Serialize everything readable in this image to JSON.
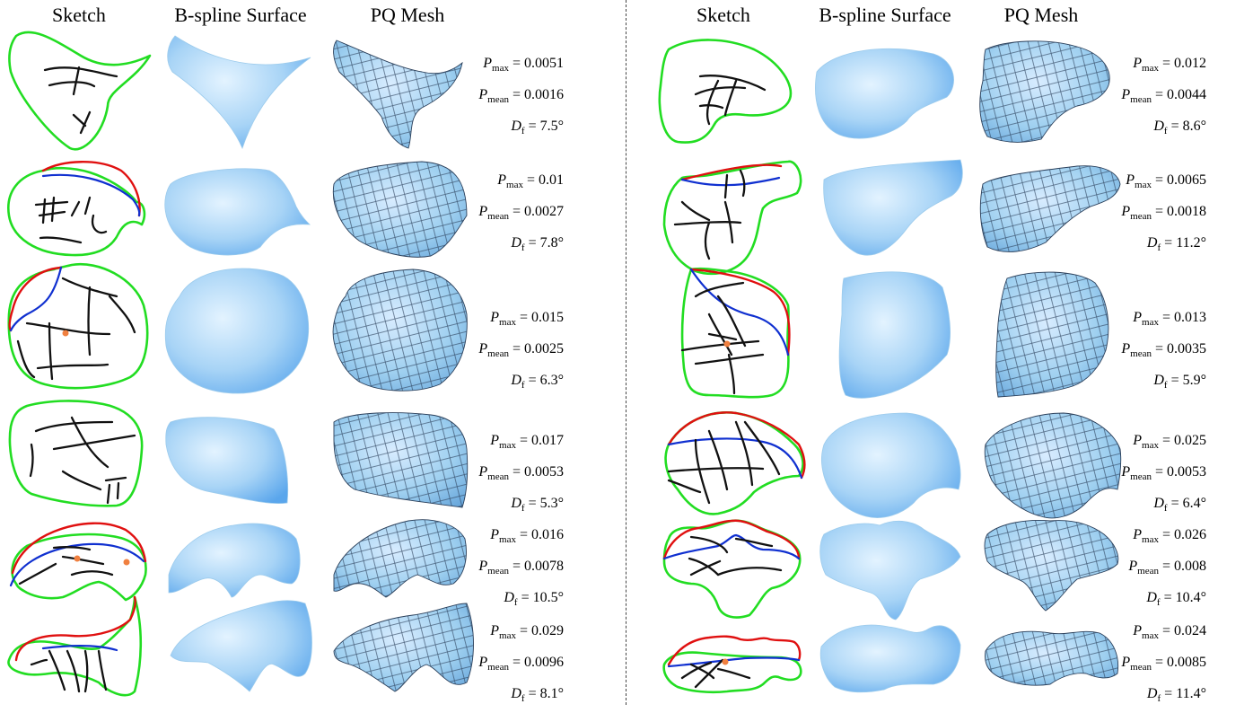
{
  "headers": [
    "Sketch",
    "B-spline Surface",
    "PQ Mesh"
  ],
  "panels": [
    {
      "rows": [
        {
          "p_max": "0.0051",
          "p_mean": "0.0016",
          "d_f": "7.5°"
        },
        {
          "p_max": "0.01",
          "p_mean": "0.0027",
          "d_f": "7.8°"
        },
        {
          "p_max": "0.015",
          "p_mean": "0.0025",
          "d_f": "6.3°"
        },
        {
          "p_max": "0.017",
          "p_mean": "0.0053",
          "d_f": "5.3°"
        },
        {
          "p_max": "0.016",
          "p_mean": "0.0078",
          "d_f": "10.5°"
        },
        {
          "p_max": "0.029",
          "p_mean": "0.0096",
          "d_f": "8.1°"
        }
      ]
    },
    {
      "rows": [
        {
          "p_max": "0.012",
          "p_mean": "0.0044",
          "d_f": "8.6°"
        },
        {
          "p_max": "0.0065",
          "p_mean": "0.0018",
          "d_f": "11.2°"
        },
        {
          "p_max": "0.013",
          "p_mean": "0.0035",
          "d_f": "5.9°"
        },
        {
          "p_max": "0.025",
          "p_mean": "0.0053",
          "d_f": "6.4°"
        },
        {
          "p_max": "0.026",
          "p_mean": "0.008",
          "d_f": "10.4°"
        },
        {
          "p_max": "0.024",
          "p_mean": "0.0085",
          "d_f": "11.4°"
        }
      ]
    }
  ],
  "symbols": {
    "p": "P",
    "d": "D",
    "max_sub": "max",
    "mean_sub": "mean",
    "f_sub": "f",
    "eq": " = "
  },
  "colors": {
    "boundary": "#22dd22",
    "contour": "#e01010",
    "guide": "#1030d0",
    "stroke": "#111111",
    "point": "#f08040",
    "surface": "#a8d4f6",
    "surface_dark": "#5aa6ec",
    "mesh_edge": "#2a3f5a"
  }
}
